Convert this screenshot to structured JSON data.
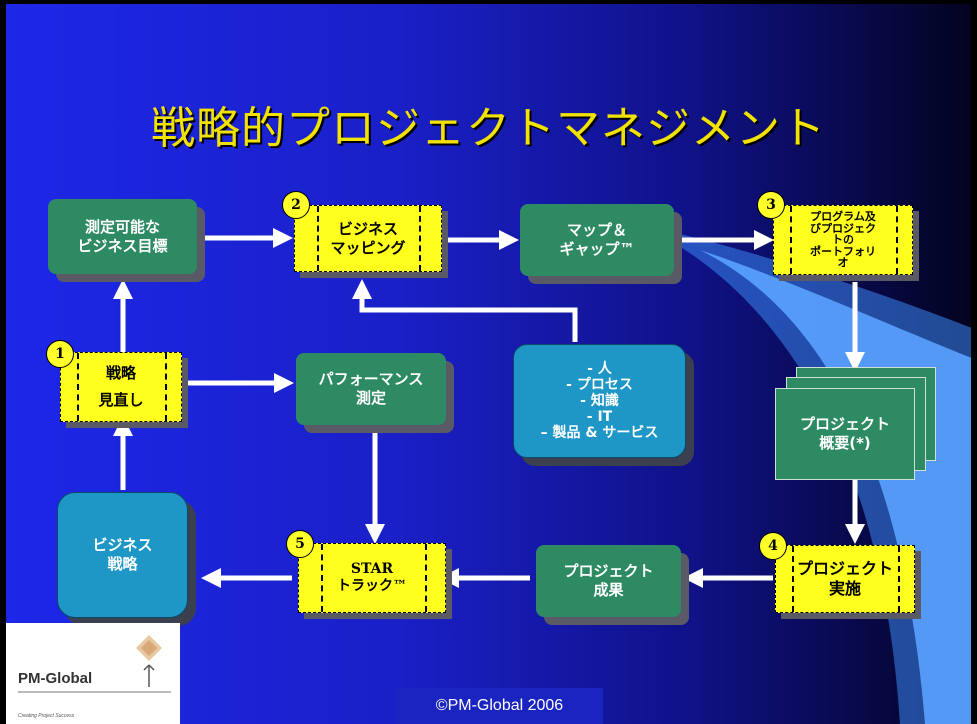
{
  "title": "戦略的プロジェクトマネジメント",
  "boxes": {
    "measurable_goals": [
      "測定可能な",
      "ビジネス目標"
    ],
    "business_mapping": [
      "ビジネス",
      "マッピング"
    ],
    "map_gap": [
      "マップ＆",
      "ギャップ™"
    ],
    "portfolio": [
      "プログラム及",
      "びプロジェク",
      "トの",
      "ポートフォリ",
      "オ"
    ],
    "strategy_review": [
      "戦略",
      "見直し"
    ],
    "performance": [
      "パフォーマンス",
      "測定"
    ],
    "resources": [
      "- 人",
      "- プロセス",
      "- 知識",
      "- IT",
      "– 製品 & サービス"
    ],
    "project_summary": [
      "プロジェクト",
      "概要(*)"
    ],
    "business_strategy": [
      "ビジネス",
      "戦略"
    ],
    "star_track": [
      "STAR",
      "トラック™"
    ],
    "project_results": [
      "プロジェクト",
      "成果"
    ],
    "project_execution": [
      "プロジェクト",
      "実施"
    ]
  },
  "step_numbers": [
    "1",
    "2",
    "3",
    "4",
    "5"
  ],
  "footer": "©PM-Global 2006",
  "logo": {
    "name": "PM-Global",
    "tagline": "Creating Project Success"
  },
  "colors": {
    "title": "#f2e200",
    "green_box": "#2e8a63",
    "teal_box": "#1e96c6",
    "yellow_box": "#ffff1e",
    "arrow": "#ffffff"
  }
}
